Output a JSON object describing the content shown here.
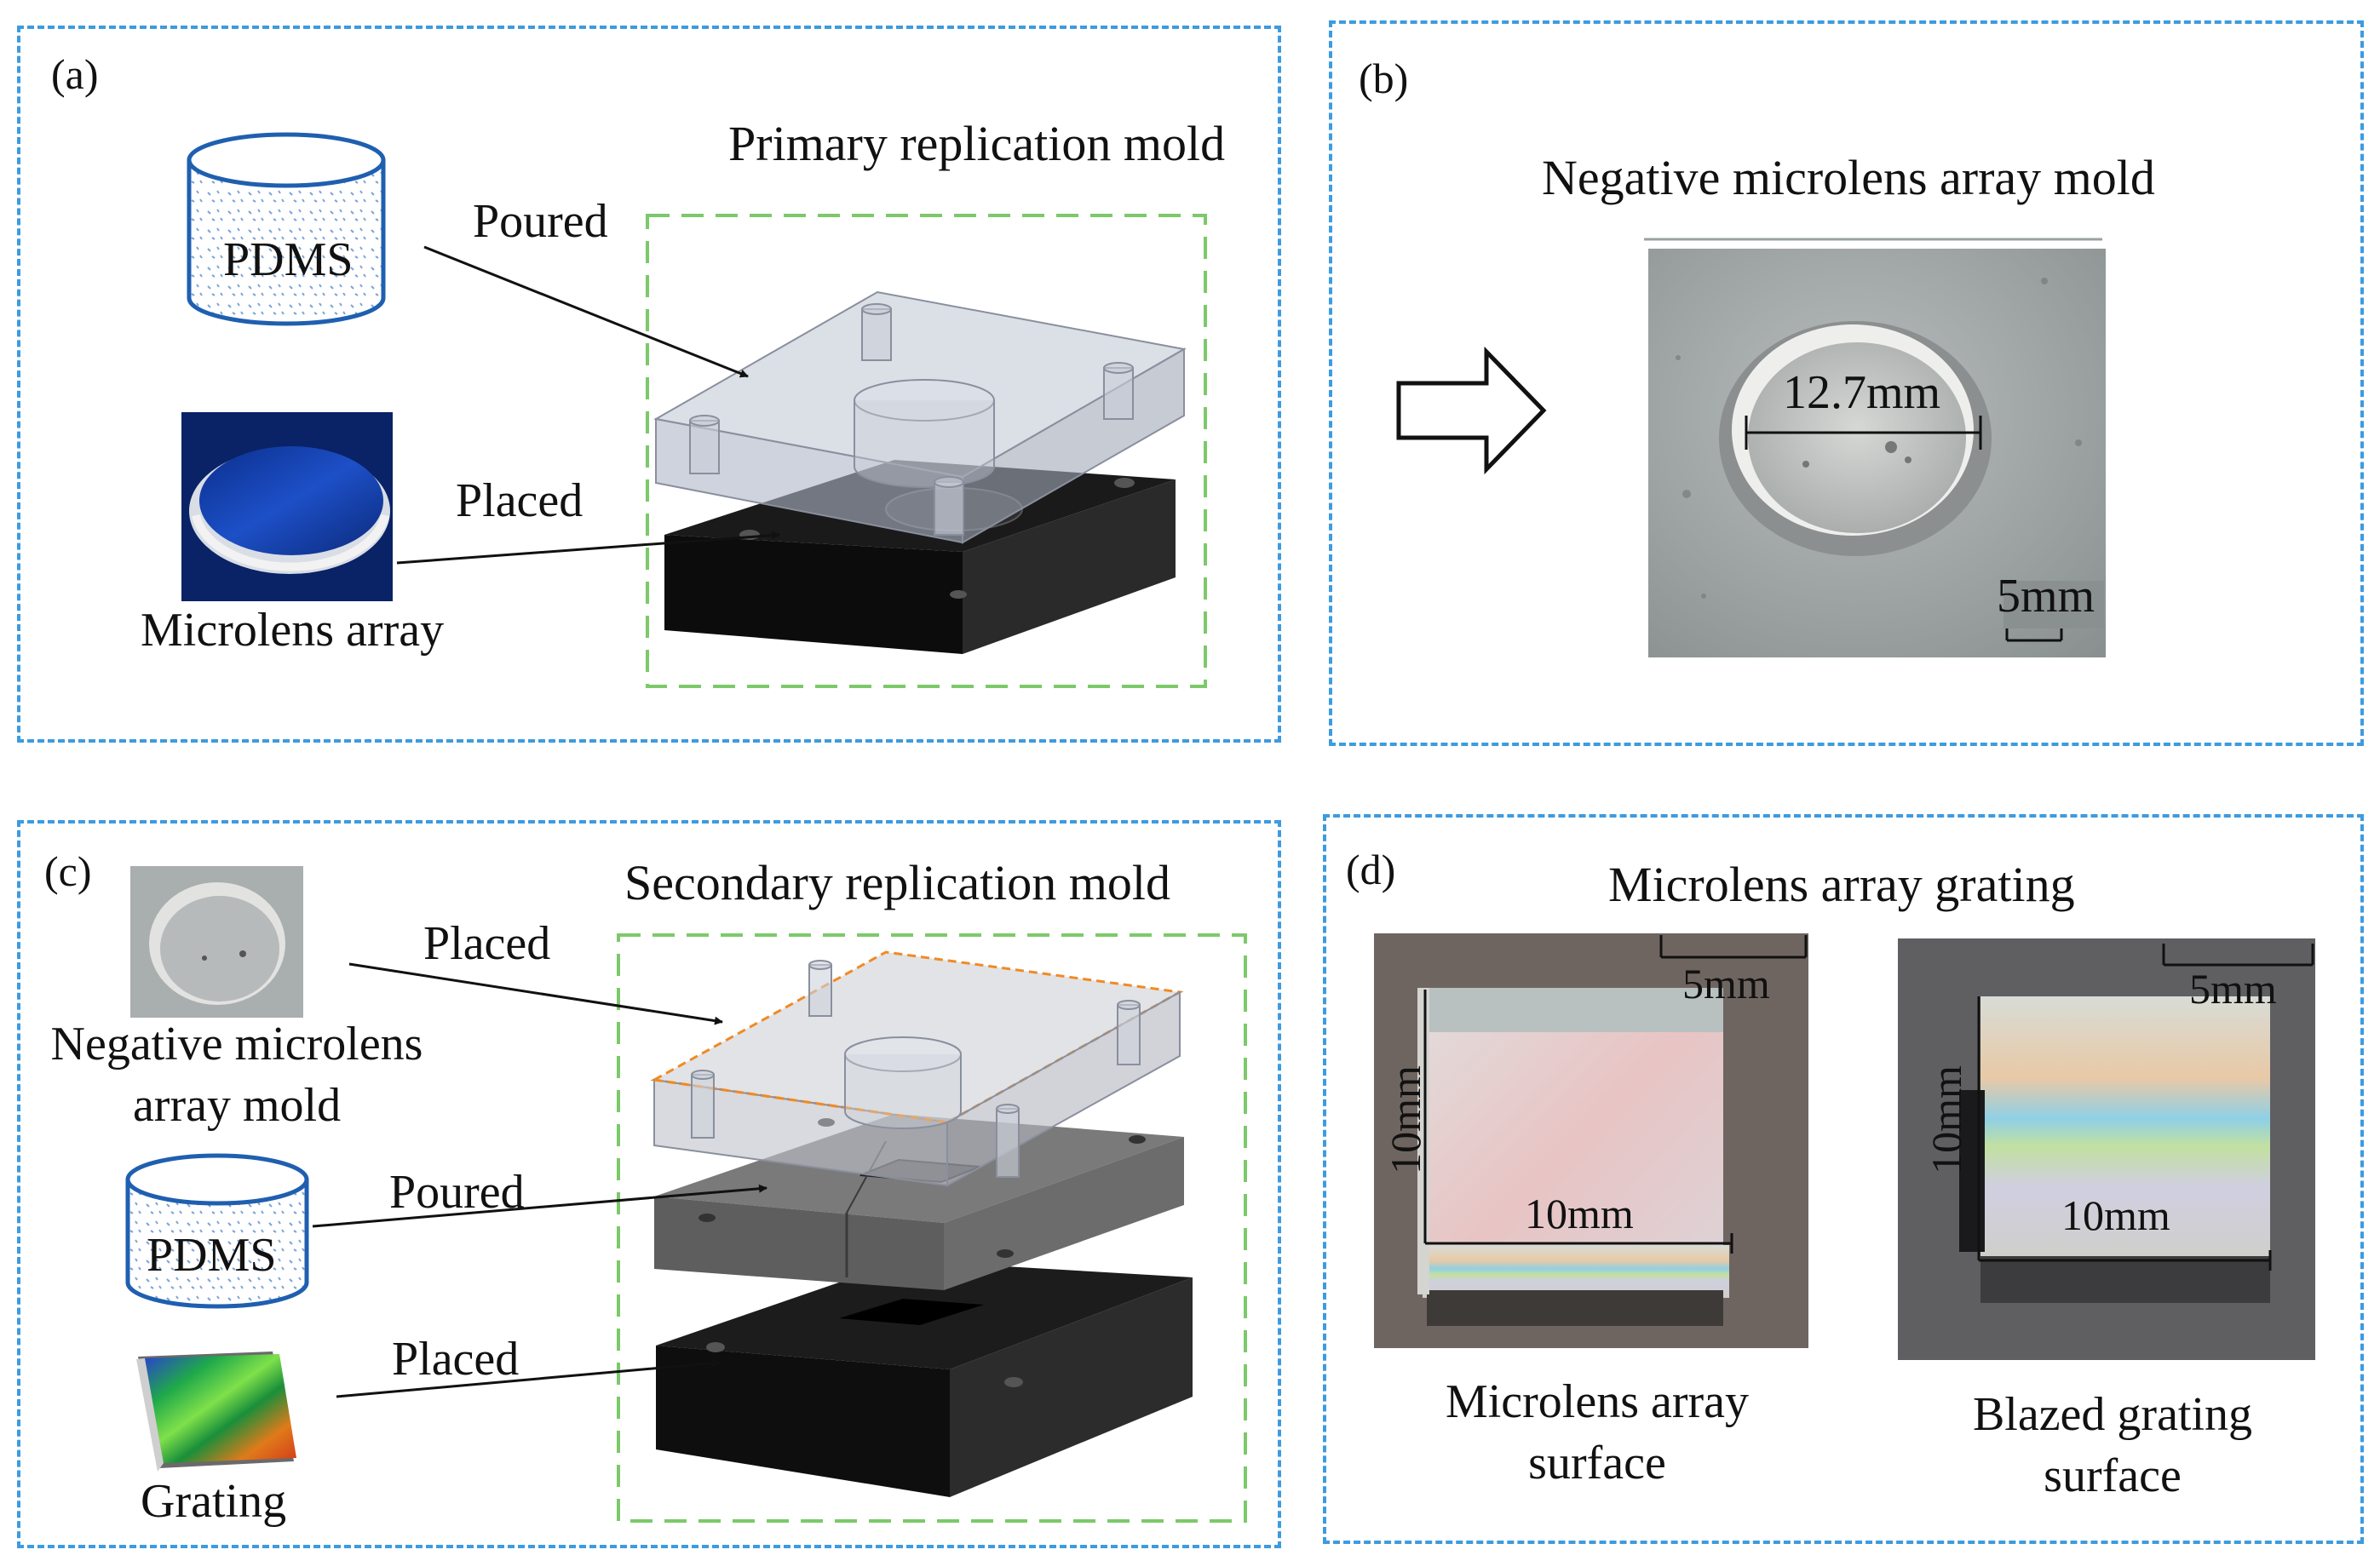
{
  "panels": {
    "a": {
      "label": "(a)",
      "title": "Primary replication mold",
      "pdms": "PDMS",
      "poured": "Poured",
      "placed": "Placed",
      "microlens": "Microlens array"
    },
    "b": {
      "label": "(b)",
      "title": "Negative microlens array mold",
      "diameter": "12.7mm",
      "scale": "5mm"
    },
    "c": {
      "label": "(c)",
      "title": "Secondary replication mold",
      "negative_line1": "Negative microlens",
      "negative_line2": "array mold",
      "pdms": "PDMS",
      "placed_top": "Placed",
      "poured": "Poured",
      "placed_bottom": "Placed",
      "grating": "Grating"
    },
    "d": {
      "label": "(d)",
      "title": "Microlens array grating",
      "left_scale": "5mm",
      "left_height": "10mm",
      "left_width": "10mm",
      "left_caption1": "Microlens array",
      "left_caption2": "surface",
      "right_scale": "5mm",
      "right_height": "10mm",
      "right_width": "10mm",
      "right_caption1": "Blazed grating",
      "right_caption2": "surface"
    }
  },
  "colors": {
    "panel_border": "#3d9be0",
    "mold_outline": "#7cc96a",
    "pdms_blue": "#1f5fb0",
    "highlight_edge": "#f08a24"
  }
}
